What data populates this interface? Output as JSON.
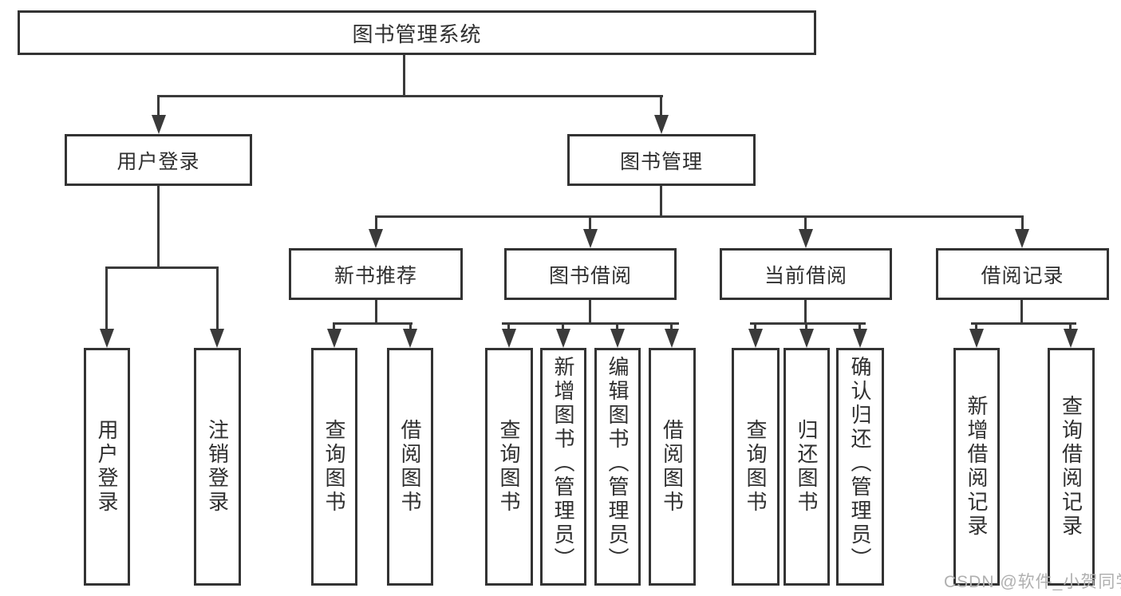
{
  "diagram": {
    "type": "hierarchy-tree",
    "colors": {
      "line": "#3a3a3a",
      "border": "#333333",
      "background": "#ffffff",
      "text": "#2f2f2f"
    },
    "tree": {
      "label": "图书管理系统",
      "children": [
        {
          "label": "用户登录",
          "children": [
            {
              "label": "用户登录"
            },
            {
              "label": "注销登录"
            }
          ]
        },
        {
          "label": "图书管理",
          "children": [
            {
              "label": "新书推荐",
              "children": [
                {
                  "label": "查询图书"
                },
                {
                  "label": "借阅图书"
                }
              ]
            },
            {
              "label": "图书借阅",
              "children": [
                {
                  "label": "查询图书"
                },
                {
                  "label": "新增图书（管理员）"
                },
                {
                  "label": "编辑图书（管理员）"
                },
                {
                  "label": "借阅图书"
                }
              ]
            },
            {
              "label": "当前借阅",
              "children": [
                {
                  "label": "查询图书"
                },
                {
                  "label": "归还图书"
                },
                {
                  "label": "确认归还（管理员）"
                }
              ]
            },
            {
              "label": "借阅记录",
              "children": [
                {
                  "label": "新增借阅记录"
                },
                {
                  "label": "查询借阅记录"
                }
              ]
            }
          ]
        }
      ]
    }
  },
  "watermark": {
    "text": "CSDN @软件_小贺同学",
    "color": "#b0b0b0"
  }
}
